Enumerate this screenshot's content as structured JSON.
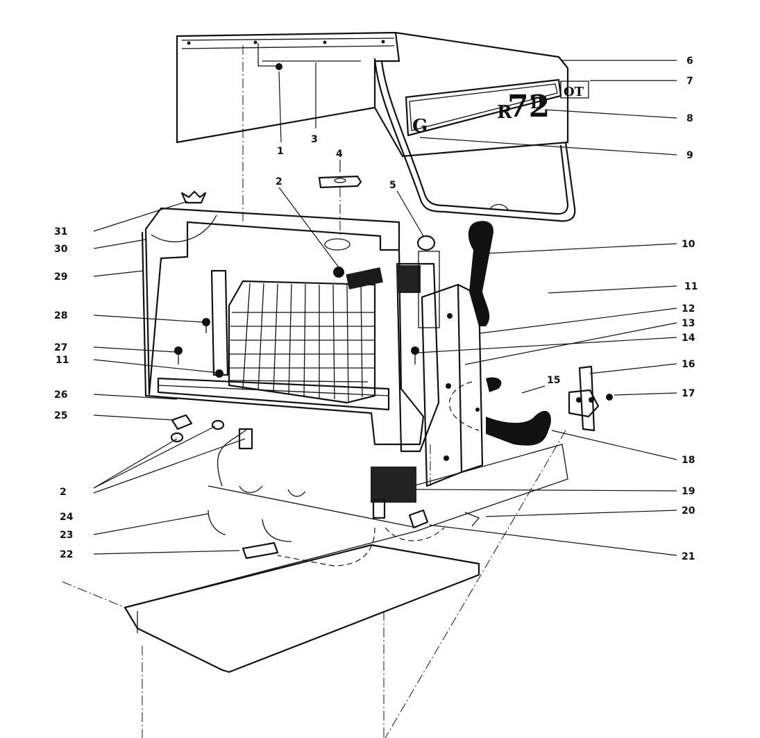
{
  "decal": {
    "letter_left": "G",
    "letter_mid": "R",
    "number": "72",
    "letter_d": "D",
    "suffix": "OT"
  },
  "callouts": [
    {
      "id": "c1",
      "label": "1"
    },
    {
      "id": "c2a",
      "label": "2"
    },
    {
      "id": "c2b",
      "label": "2"
    },
    {
      "id": "c3",
      "label": "3"
    },
    {
      "id": "c4",
      "label": "4"
    },
    {
      "id": "c5",
      "label": "5"
    },
    {
      "id": "c6",
      "label": "6"
    },
    {
      "id": "c7",
      "label": "7"
    },
    {
      "id": "c8",
      "label": "8"
    },
    {
      "id": "c9",
      "label": "9"
    },
    {
      "id": "c10",
      "label": "10"
    },
    {
      "id": "c11a",
      "label": "11"
    },
    {
      "id": "c11b",
      "label": "11"
    },
    {
      "id": "c12",
      "label": "12"
    },
    {
      "id": "c13",
      "label": "13"
    },
    {
      "id": "c14",
      "label": "14"
    },
    {
      "id": "c15",
      "label": "15"
    },
    {
      "id": "c16",
      "label": "16"
    },
    {
      "id": "c17",
      "label": "17"
    },
    {
      "id": "c18",
      "label": "18"
    },
    {
      "id": "c19",
      "label": "19"
    },
    {
      "id": "c20",
      "label": "20"
    },
    {
      "id": "c21",
      "label": "21"
    },
    {
      "id": "c22",
      "label": "22"
    },
    {
      "id": "c23",
      "label": "23"
    },
    {
      "id": "c24",
      "label": "24"
    },
    {
      "id": "c25",
      "label": "25"
    },
    {
      "id": "c26",
      "label": "26"
    },
    {
      "id": "c27",
      "label": "27"
    },
    {
      "id": "c28",
      "label": "28"
    },
    {
      "id": "c29",
      "label": "29"
    },
    {
      "id": "c30",
      "label": "30"
    },
    {
      "id": "c31",
      "label": "31"
    }
  ]
}
